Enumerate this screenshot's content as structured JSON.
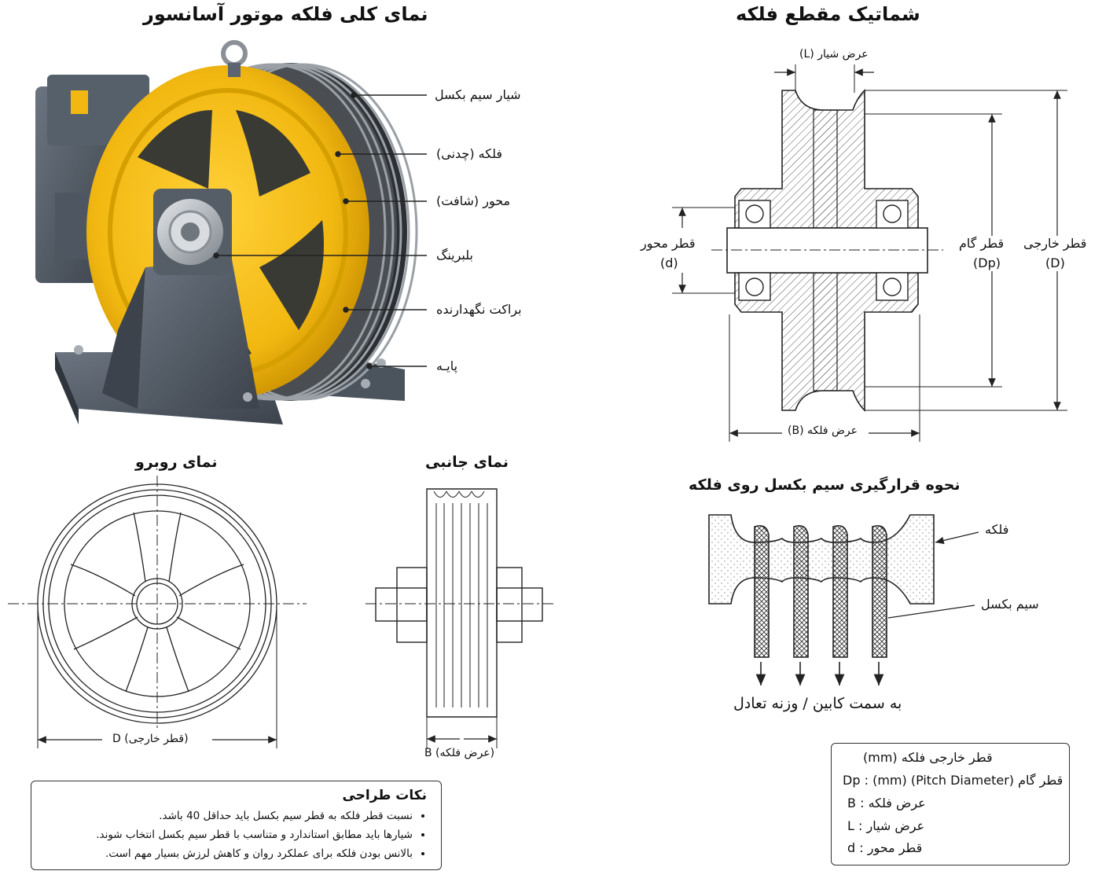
{
  "titles": {
    "motor": "نمای کلی فلکه موتور آسانسور",
    "section": "شماتیک مقطع فلکه",
    "front": "نمای روبرو",
    "side": "نمای جانبی",
    "rope": "نحوه قرارگیری سیم بکسل روی فلکه"
  },
  "motor_callouts": [
    "شیار سیم بکسل",
    "فلکه (چدنی)",
    "محور (شافت)",
    "بلبرینگ",
    "براکت نگهدارنده",
    "پایـه"
  ],
  "section_labels": {
    "groove_width": "عرض شیار (L)",
    "shaft_diameter": "قطر محور",
    "shaft_symbol": "(d)",
    "pitch_diameter": "قطر گام",
    "pitch_symbol": "(Dp)",
    "outer_diameter": "قطر خارجی",
    "outer_symbol": "(D)",
    "sheave_width": "عرض فلکه (B)"
  },
  "front_dim": "D (قطر خارجی)",
  "side_dim": "B (عرض فلکه)",
  "rope_labels": {
    "sheave": "فلکه",
    "rope": "سیم بکسل",
    "direction": "به سمت کابین / وزنه تعادل"
  },
  "notes": {
    "title": "نکات طراحی",
    "items": [
      "نسبت قطر فلکه به قطر سیم بکسل باید حداقل 40 باشد.",
      "شیارها باید مطابق استاندارد و متناسب با قطر سیم بکسل انتخاب شوند.",
      "بالانس بودن فلکه برای عملکرد روان و کاهش لرزش بسیار مهم است."
    ]
  },
  "legend": {
    "rows": [
      {
        "sym": "",
        "text": "قطر خارجی فلکه (mm)"
      },
      {
        "sym": "Dp",
        "text": "قطر گام (Pitch Diameter) (mm)"
      },
      {
        "sym": "B",
        "text": "عرض فلکه"
      },
      {
        "sym": "L",
        "text": "عرض شیار"
      },
      {
        "sym": "d",
        "text": "قطر محور"
      }
    ]
  },
  "colors": {
    "yellow": "#f2b811",
    "yellow_dark": "#c98f00",
    "housing": "#5b6470",
    "housing_dark": "#3c434c",
    "steel": "#b9bec4"
  }
}
